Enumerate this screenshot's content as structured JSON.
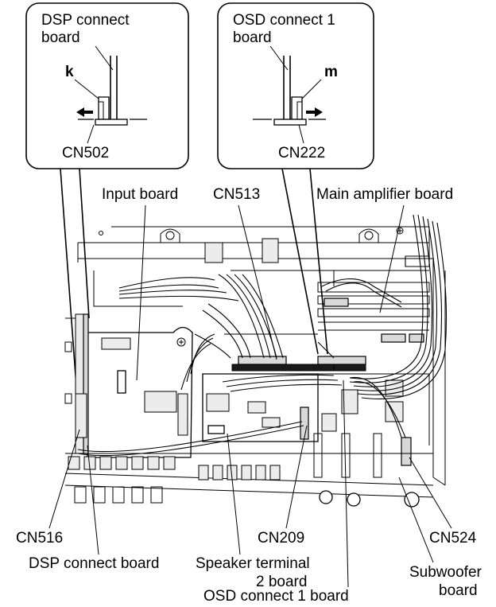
{
  "callouts": {
    "left": {
      "title_line1": "DSP connect",
      "title_line2": "board",
      "marker": "k",
      "connector": "CN502"
    },
    "right": {
      "title_line1": "OSD connect 1",
      "title_line2": "board",
      "marker": "m",
      "connector": "CN222"
    }
  },
  "labels": {
    "input_board": "Input board",
    "cn513": "CN513",
    "main_amplifier_board": "Main amplifier board",
    "cn516": "CN516",
    "dsp_connect_board": "DSP connect board",
    "cn209": "CN209",
    "speaker_terminal_line1": "Speaker terminal",
    "speaker_terminal_line2": "2 board",
    "cn524": "CN524",
    "subwoofer_line1": "Subwoofer",
    "subwoofer_line2": "board",
    "osd_connect_board": "OSD connect 1 board"
  }
}
